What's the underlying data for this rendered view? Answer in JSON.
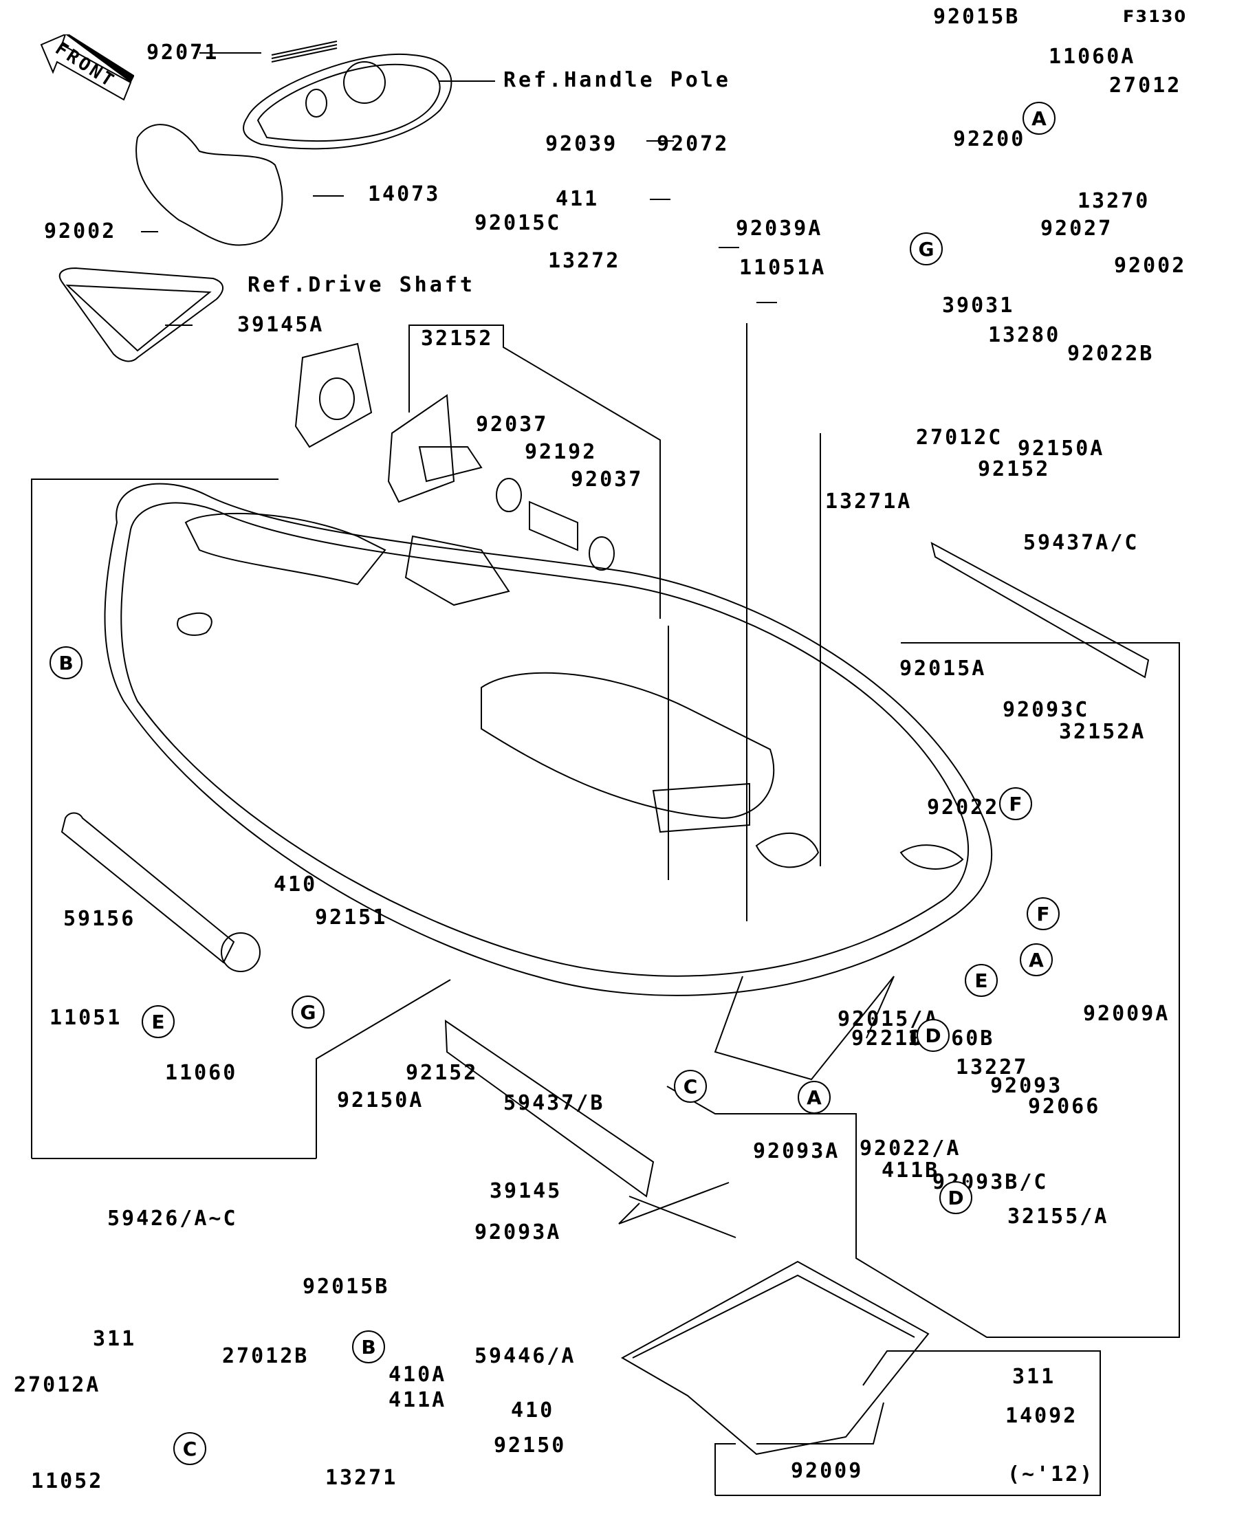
{
  "figure_code": "F3130",
  "front_marker": "FRONT",
  "refs": {
    "handle_pole": "Ref.Handle Pole",
    "drive_shaft": "Ref.Drive Shaft"
  },
  "version_note": "(~'12)",
  "callouts": [
    "A",
    "B",
    "C",
    "D",
    "E",
    "F",
    "G"
  ],
  "parts": [
    {
      "id": "92071",
      "label": "92071"
    },
    {
      "id": "14073",
      "label": "14073"
    },
    {
      "id": "92002",
      "label": "92002"
    },
    {
      "id": "39145A",
      "label": "39145A"
    },
    {
      "id": "32152",
      "label": "32152"
    },
    {
      "id": "92037a",
      "label": "92037"
    },
    {
      "id": "92192",
      "label": "92192"
    },
    {
      "id": "92037b",
      "label": "92037"
    },
    {
      "id": "92039",
      "label": "92039"
    },
    {
      "id": "92072",
      "label": "92072"
    },
    {
      "id": "411",
      "label": "411"
    },
    {
      "id": "92015C",
      "label": "92015C"
    },
    {
      "id": "13272",
      "label": "13272"
    },
    {
      "id": "92039A",
      "label": "92039A"
    },
    {
      "id": "11051A",
      "label": "11051A"
    },
    {
      "id": "92015B_top",
      "label": "92015B"
    },
    {
      "id": "92200",
      "label": "92200"
    },
    {
      "id": "11060A",
      "label": "11060A"
    },
    {
      "id": "27012",
      "label": "27012"
    },
    {
      "id": "13270",
      "label": "13270"
    },
    {
      "id": "39031",
      "label": "39031"
    },
    {
      "id": "13280",
      "label": "13280"
    },
    {
      "id": "92027",
      "label": "92027"
    },
    {
      "id": "92002_r",
      "label": "92002"
    },
    {
      "id": "92022B",
      "label": "92022B"
    },
    {
      "id": "13271A",
      "label": "13271A"
    },
    {
      "id": "27012C",
      "label": "27012C"
    },
    {
      "id": "92152_r",
      "label": "92152"
    },
    {
      "id": "92150A_r",
      "label": "92150A"
    },
    {
      "id": "59437AC",
      "label": "59437A/C"
    },
    {
      "id": "92015A",
      "label": "92015A"
    },
    {
      "id": "92022",
      "label": "92022"
    },
    {
      "id": "92093C",
      "label": "92093C"
    },
    {
      "id": "32152A",
      "label": "32152A"
    },
    {
      "id": "59156",
      "label": "59156"
    },
    {
      "id": "410_l",
      "label": "410"
    },
    {
      "id": "92151",
      "label": "92151"
    },
    {
      "id": "11051",
      "label": "11051"
    },
    {
      "id": "11060",
      "label": "11060"
    },
    {
      "id": "92150A_l",
      "label": "92150A"
    },
    {
      "id": "92152_l",
      "label": "92152"
    },
    {
      "id": "59437B",
      "label": "59437/B"
    },
    {
      "id": "59426",
      "label": "59426/A~C"
    },
    {
      "id": "92009A",
      "label": "92009A"
    },
    {
      "id": "92015A2",
      "label": "92015/A"
    },
    {
      "id": "92210",
      "label": "92210"
    },
    {
      "id": "11060B",
      "label": "11060B"
    },
    {
      "id": "13227",
      "label": "13227"
    },
    {
      "id": "92093",
      "label": "92093"
    },
    {
      "id": "92066",
      "label": "92066"
    },
    {
      "id": "92093A_r",
      "label": "92093A"
    },
    {
      "id": "39145",
      "label": "39145"
    },
    {
      "id": "92093A_l",
      "label": "92093A"
    },
    {
      "id": "92022A",
      "label": "92022/A"
    },
    {
      "id": "411B",
      "label": "411B"
    },
    {
      "id": "92093BC",
      "label": "92093B/C"
    },
    {
      "id": "32155A",
      "label": "32155/A"
    },
    {
      "id": "92015B_bot",
      "label": "92015B"
    },
    {
      "id": "311_l",
      "label": "311"
    },
    {
      "id": "27012A",
      "label": "27012A"
    },
    {
      "id": "27012B",
      "label": "27012B"
    },
    {
      "id": "410A",
      "label": "410A"
    },
    {
      "id": "411A",
      "label": "411A"
    },
    {
      "id": "11052",
      "label": "11052"
    },
    {
      "id": "13271",
      "label": "13271"
    },
    {
      "id": "59446A",
      "label": "59446/A"
    },
    {
      "id": "410_b",
      "label": "410"
    },
    {
      "id": "92150",
      "label": "92150"
    },
    {
      "id": "311_r",
      "label": "311"
    },
    {
      "id": "14092",
      "label": "14092"
    },
    {
      "id": "92009",
      "label": "92009"
    }
  ]
}
